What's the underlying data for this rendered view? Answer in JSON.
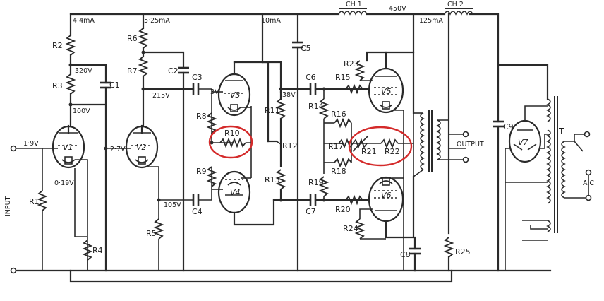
{
  "schematic": {
    "supply": {
      "i1": "4·4mA",
      "i2": "5·25mA",
      "i3": "10mA",
      "i4": "125mA",
      "hv": "450V",
      "ch1": "CH 1",
      "ch2": "CH 2",
      "v320": "320V",
      "v215": "215V",
      "v100": "100V",
      "v105": "105V",
      "v3": "3V",
      "v38": "38V"
    },
    "input": {
      "label": "INPUT",
      "v_grid": "1·9V",
      "v_cath": "0·19V",
      "v_v2": "2·7V"
    },
    "tubes": {
      "v1": "V1",
      "v2": "V2",
      "v3": "V3",
      "v4": "V4",
      "v5": "V5",
      "v6": "V6",
      "v7": "V7"
    },
    "resistors": {
      "r1": "R1",
      "r2": "R2",
      "r3": "R3",
      "r4": "R4",
      "r5": "R5",
      "r6": "R6",
      "r7": "R7",
      "r8": "R8",
      "r9": "R9",
      "r10": "R10",
      "r11": "R11",
      "r12": "R12",
      "r13": "R13",
      "r14": "R14",
      "r15": "R15",
      "r16": "R16",
      "r17": "R17",
      "r18": "R18",
      "r19": "R19",
      "r20": "R20",
      "r21": "R21",
      "r22": "R22",
      "r23": "R23",
      "r24": "R24",
      "r25": "R25"
    },
    "capacitors": {
      "c1": "C1",
      "c2": "C2",
      "c3": "C3",
      "c4": "C4",
      "c5": "C5",
      "c6": "C6",
      "c7": "C7",
      "c8": "C8",
      "c9": "C9"
    },
    "output": {
      "label": "OUTPUT"
    },
    "transformer": {
      "label": "T",
      "ac": "A.C"
    },
    "highlight_color": "#d42a2a"
  }
}
